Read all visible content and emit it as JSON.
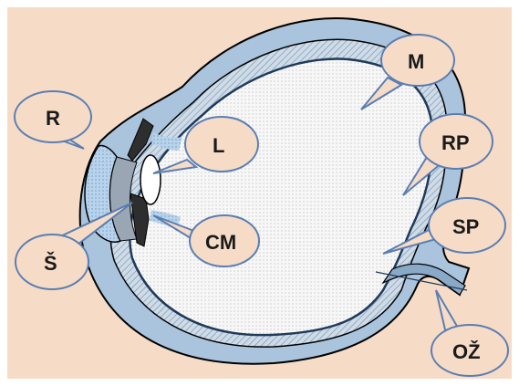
{
  "diagram": {
    "labels": {
      "r": "R",
      "l": "L",
      "cm": "CM",
      "s": "Š",
      "m": "M",
      "rp": "RP",
      "sp": "SP",
      "oz": "OŽ"
    },
    "colors": {
      "background": "#f6dcc6",
      "sclera": "#a9c4dc",
      "choroid": "#cfdce8",
      "retina_line": "#1f3a5a",
      "vitreous": "#f7f7f7",
      "cornea": "#b8d3ec",
      "iris": "#2e2e2e",
      "callout_stroke": "#5a7eb3",
      "callout_fill": "#f6dcc6"
    }
  }
}
